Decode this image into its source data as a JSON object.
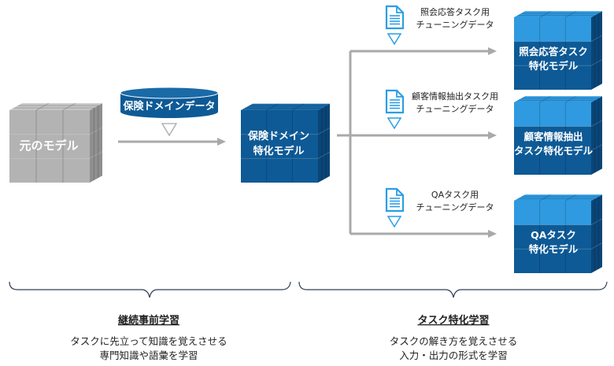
{
  "colors": {
    "gray_front": "#b3b3b3",
    "gray_top": "#c6c6c6",
    "gray_side": "#8f8f8f",
    "navy_front": "#0e5a96",
    "navy_top": "#1a6aa8",
    "navy_side": "#0a4577",
    "sky_top": "#2f9ae0",
    "arrow": "#a9a9a9",
    "doc_icon": "#2a9ee6",
    "brace": "#2f3e55",
    "db_fill": "#0e5a96"
  },
  "source_model": {
    "label": "元のモデル"
  },
  "domain_data": {
    "label": "保険ドメインデータ",
    "icon": "database-icon"
  },
  "domain_model": {
    "label_line1": "保険ドメイン",
    "label_line2": "特化モデル"
  },
  "task_branches": [
    {
      "data_line1": "照会応答タスク用",
      "data_line2": "チューニングデータ",
      "model_line1": "照会応答タスク",
      "model_line2": "特化モデル",
      "icon": "document-icon"
    },
    {
      "data_line1": "顧客情報抽出タスク用",
      "data_line2": "チューニングデータ",
      "model_line1": "顧客情報抽出",
      "model_line2": "タスク特化モデル",
      "icon": "document-icon"
    },
    {
      "data_line1": "QAタスク用",
      "data_line2": "チューニングデータ",
      "model_line1": "QAタスク",
      "model_line2": "特化モデル",
      "icon": "document-icon"
    }
  ],
  "stages": [
    {
      "title": "継続事前学習",
      "desc_line1": "タスクに先立って知識を覚えさせる",
      "desc_line2": "専門知識や語彙を学習"
    },
    {
      "title": "タスク特化学習",
      "desc_line1": "タスクの解き方を覚えさせる",
      "desc_line2": "入力・出力の形式を学習"
    }
  ]
}
